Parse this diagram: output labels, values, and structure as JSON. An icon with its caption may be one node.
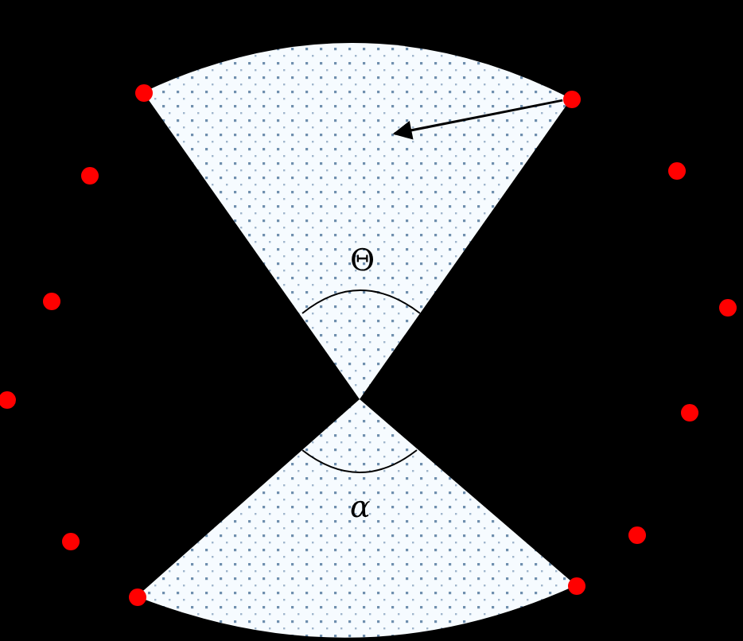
{
  "diagram": {
    "nodes": [
      {
        "text": [
          "Θ"
        ]
      },
      {
        "text": [
          "α"
        ]
      },
      {
        "text": [],
        "shape": "circle"
      },
      {
        "text": [],
        "shape": "circle"
      },
      {
        "text": [],
        "shape": "circle"
      },
      {
        "text": [],
        "shape": "circle"
      },
      {
        "text": [],
        "shape": "circle"
      },
      {
        "text": [],
        "shape": "circle"
      },
      {
        "text": [],
        "shape": "circle"
      },
      {
        "text": [],
        "shape": "circle"
      },
      {
        "text": [],
        "shape": "circle"
      },
      {
        "text": [],
        "shape": "circle"
      },
      {
        "text": [],
        "shape": "circle"
      },
      {
        "text": [],
        "shape": "circle"
      }
    ],
    "edges": [
      {
        "from": 8,
        "to": 0,
        "arrow": "to"
      }
    ]
  }
}
